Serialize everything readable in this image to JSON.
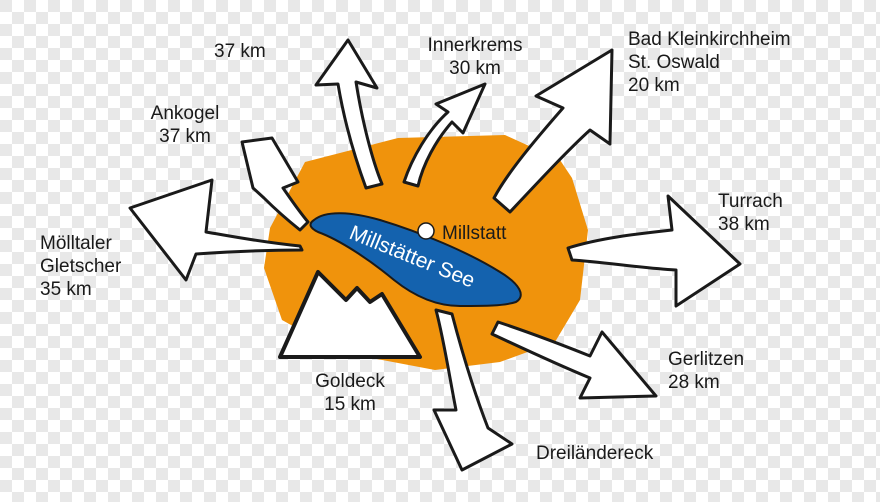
{
  "lake_name": "Millstätter See",
  "town": "Millstatt",
  "colors": {
    "plateau": "#f0930c",
    "lake": "#1462ae",
    "lake_text": "#ffffff",
    "arrow_fill": "#ffffff",
    "outline": "#1a1a1a"
  },
  "destinations": [
    {
      "id": "top-left",
      "lines": [
        "37 km"
      ]
    },
    {
      "id": "innerkrems",
      "lines": [
        "Innerkrems",
        "30 km"
      ]
    },
    {
      "id": "bad-kleinkirchheim",
      "lines": [
        "Bad Kleinkirchheim",
        "St. Oswald",
        "20 km"
      ]
    },
    {
      "id": "ankogel",
      "lines": [
        "Ankogel",
        "37 km"
      ]
    },
    {
      "id": "turrach",
      "lines": [
        "Turrach",
        "38 km"
      ]
    },
    {
      "id": "molltaler",
      "lines": [
        "Mölltaler",
        "Gletscher",
        "35 km"
      ]
    },
    {
      "id": "goldeck",
      "lines": [
        "Goldeck",
        "15 km"
      ]
    },
    {
      "id": "gerlitzen",
      "lines": [
        "Gerlitzen",
        "28 km"
      ]
    },
    {
      "id": "dreilandereck",
      "lines": [
        "Dreiländereck"
      ]
    }
  ]
}
